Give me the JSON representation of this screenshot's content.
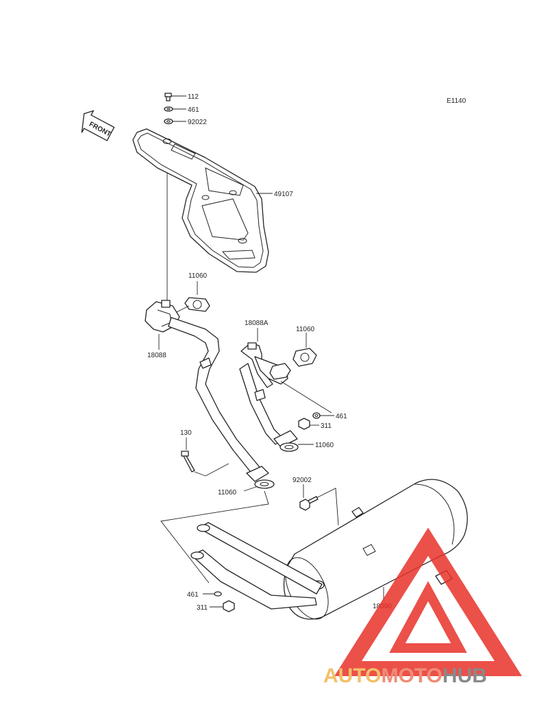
{
  "diagram_code": "E1140",
  "front_label": "FRONT",
  "parts": {
    "p112": "112",
    "p461_top": "461",
    "p92022": "92022",
    "p49107": "49107",
    "p11060_a": "11060",
    "p18088": "18088",
    "p18088A": "18088A",
    "p11060_b": "11060",
    "p461_mid": "461",
    "p311_mid": "311",
    "p11060_c": "11060",
    "p130": "130",
    "p11060_d": "11060",
    "p92002": "92002",
    "p461_bot": "461",
    "p311_bot": "311",
    "p18090": "18090"
  },
  "watermark": {
    "part1": "AUTO",
    "part2": "MOTO",
    "part3": "HUB",
    "colors": {
      "auto": "#f3c06a",
      "moto": "#f08c78",
      "hub": "#8a8a8a",
      "triangle": "#e8322a"
    }
  }
}
